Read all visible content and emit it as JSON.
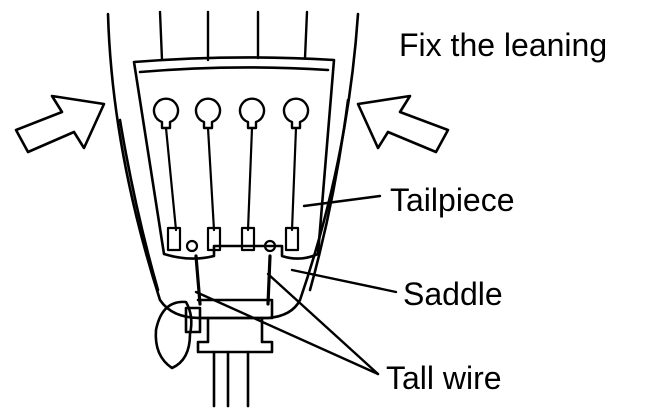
{
  "labels": {
    "fix_the_leaning": "Fix the leaning",
    "tailpiece": "Tailpiece",
    "saddle": "Saddle",
    "tall_wire": "Tall wire"
  },
  "colors": {
    "line": "#000000",
    "background": "#ffffff"
  }
}
